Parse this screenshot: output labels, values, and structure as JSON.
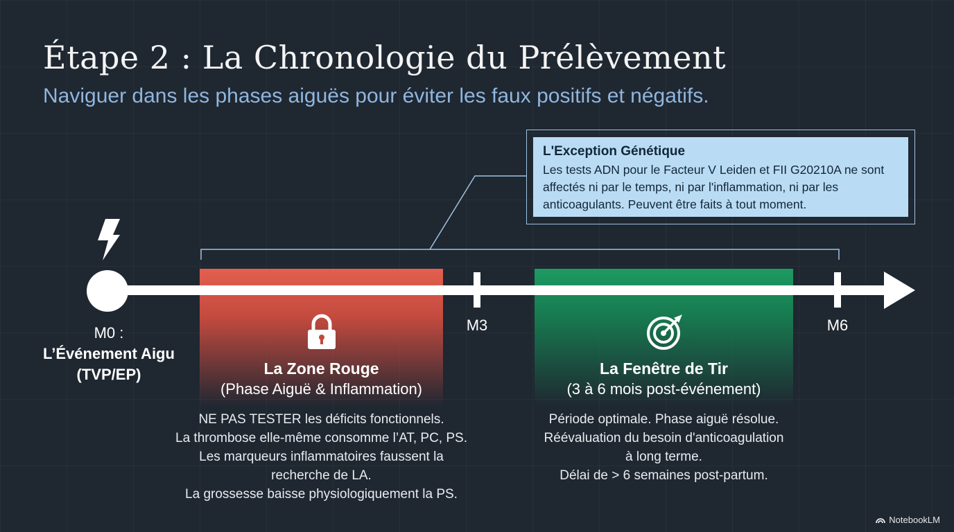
{
  "title": "Étape 2 : La Chronologie du Prélèvement",
  "subtitle": "Naviguer dans les phases aiguës pour éviter les faux positifs et négatifs.",
  "genetic_exception": {
    "title": "L'Exception Génétique",
    "lines": [
      "Les tests ADN pour le Facteur V Leiden et FII G20210A ne sont",
      "affectés ni par le temps, ni par l'inflammation, ni par les",
      "anticoagulants. Peuvent être faits à tout moment."
    ]
  },
  "timeline": {
    "start": {
      "prefix": "M0 :",
      "name": "L’Événement Aigu",
      "abbr": "(TVP/EP)",
      "icon": "lightning-icon"
    },
    "ticks": [
      "M3",
      "M6"
    ]
  },
  "zones": [
    {
      "id": "red",
      "title": "La Zone Rouge",
      "subtitle": "(Phase Aiguë & Inflammation)",
      "icon": "lock-icon",
      "color": "#e35f4f",
      "description": [
        "NE PAS TESTER les déficits fonctionnels.",
        "La thrombose elle-même consomme l’AT, PC, PS.",
        "Les marqueurs inflammatoires faussent la",
        "recherche de LA.",
        "La grossesse baisse physiologiquement la PS."
      ]
    },
    {
      "id": "green",
      "title": "La Fenêtre de Tir",
      "subtitle": "(3 à 6 mois post-événement)",
      "icon": "target-icon",
      "color": "#1e9a62",
      "description": [
        "Période optimale. Phase aiguë résolue.",
        "Réévaluation du besoin d'anticoagulation",
        "à long terme.",
        "Délai de > 6 semaines post-partum."
      ]
    }
  ],
  "footer": {
    "brand": "NotebookLM"
  }
}
